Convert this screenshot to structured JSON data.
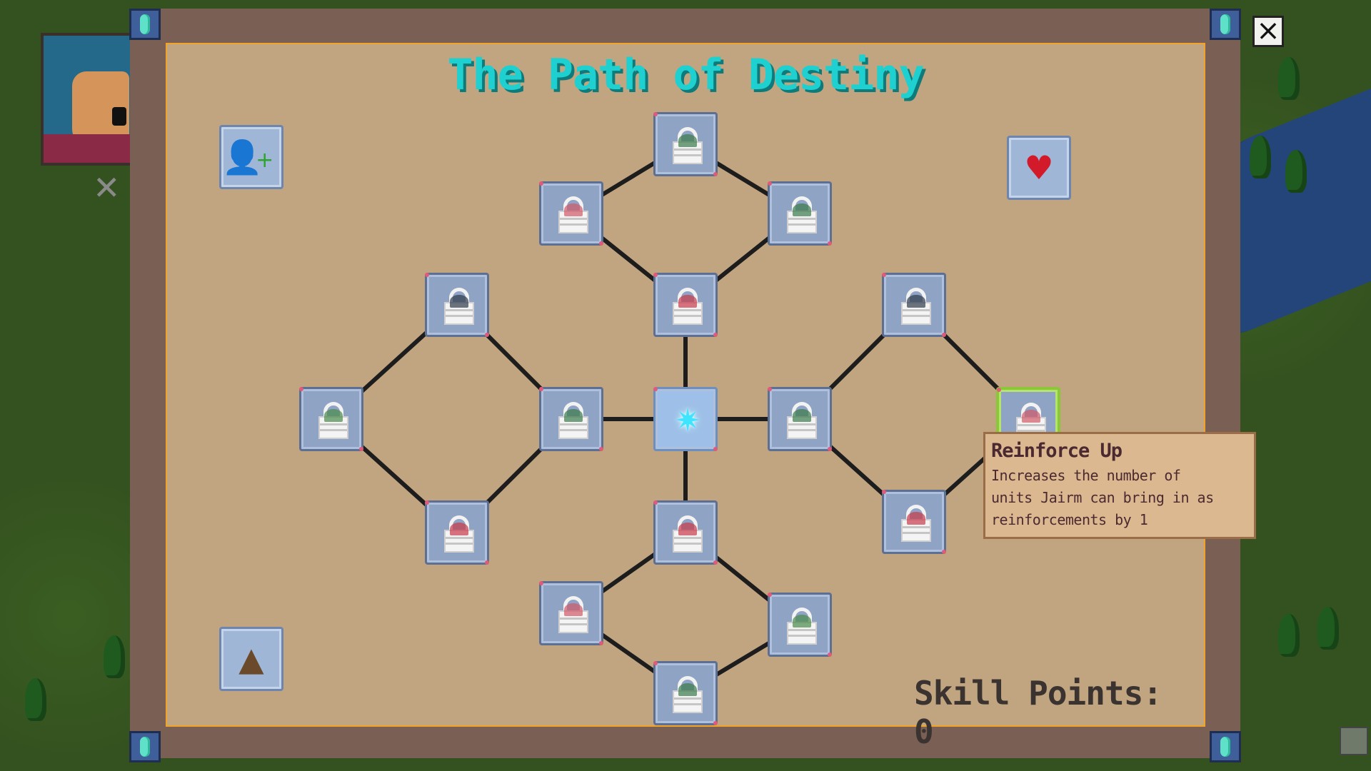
{
  "window": {
    "title": "The Path of Destiny",
    "close_icon": "close-icon",
    "skill_points_label": "Skill Points: 0"
  },
  "tooltip": {
    "title": "Reinforce Up",
    "description_line1": "Increases the number of",
    "description_line2": "units Jairm can bring in as",
    "description_line3": "reinforcements by 1"
  },
  "side_buttons": {
    "recruit": "person-plus-icon",
    "health": "heart-icon",
    "grow": "plant-icon"
  },
  "skill_tree": {
    "center": "spark-icon",
    "locked_icon": "lock-icon",
    "selected_node": "node-right-east"
  },
  "colors": {
    "title": "#1fd0d0",
    "panel": "#c1a580",
    "frame": "#7a5f55",
    "panel_border": "#f0a52a",
    "node": "#8fa3c4",
    "selected_border": "#8ac83a",
    "tooltip_bg": "#dcb890"
  }
}
